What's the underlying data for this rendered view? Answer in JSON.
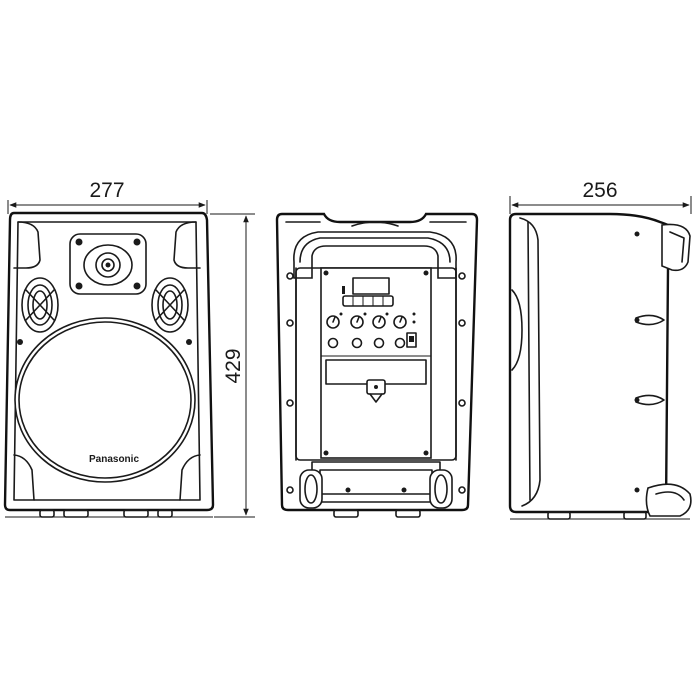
{
  "dimensions": {
    "width": "277",
    "height": "429",
    "depth": "256"
  },
  "brand": {
    "logo_text": "Panasonic"
  },
  "colors": {
    "line": "#1a1a1a",
    "background": "#ffffff"
  }
}
